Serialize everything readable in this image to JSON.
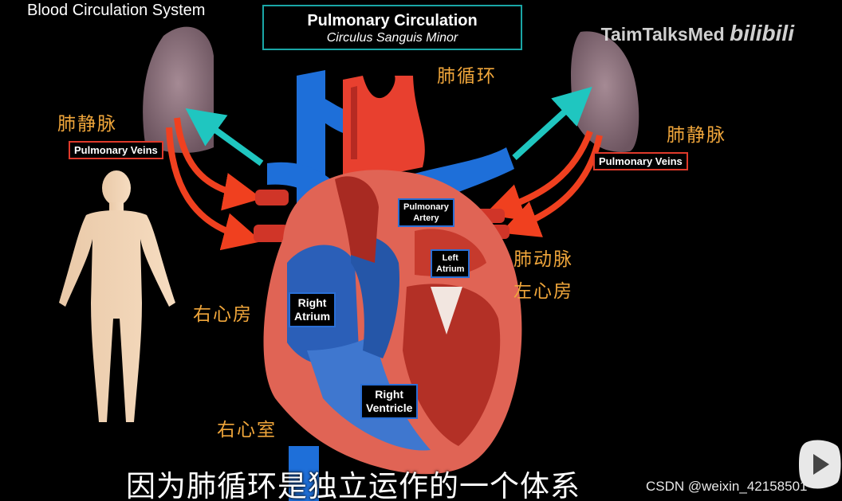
{
  "header": {
    "top_left_title": "Blood Circulation System"
  },
  "title_box": {
    "title": "Pulmonary Circulation",
    "subtitle": "Circulus Sanguis Minor"
  },
  "watermark": {
    "channel": "TaimTalksMed",
    "site": "bilibili"
  },
  "labels_cn": {
    "pulmonary_circulation": "肺循环",
    "pulmonary_vein_left": "肺静脉",
    "pulmonary_vein_right": "肺静脉",
    "pulmonary_artery": "肺动脉",
    "left_atrium": "左心房",
    "right_atrium": "右心房",
    "right_ventricle": "右心室"
  },
  "labels_en": {
    "pulmonary_veins_left": "Pulmonary Veins",
    "pulmonary_veins_right": "Pulmonary Veins",
    "pulmonary_artery_l1": "Pulmonary",
    "pulmonary_artery_l2": "Artery",
    "left_atrium_l1": "Left",
    "left_atrium_l2": "Atrium",
    "right_atrium_l1": "Right",
    "right_atrium_l2": "Atrium",
    "right_ventricle_l1": "Right",
    "right_ventricle_l2": "Ventricle"
  },
  "subtitle": "因为肺循环是独立运作的一个体系",
  "credit": "CSDN @weixin_42158501",
  "colors": {
    "oxygenated": "#e8402f",
    "deoxygenated": "#1e6fd9",
    "arrow_cyan": "#1fc6c0",
    "cn_label": "#f0a63b"
  }
}
